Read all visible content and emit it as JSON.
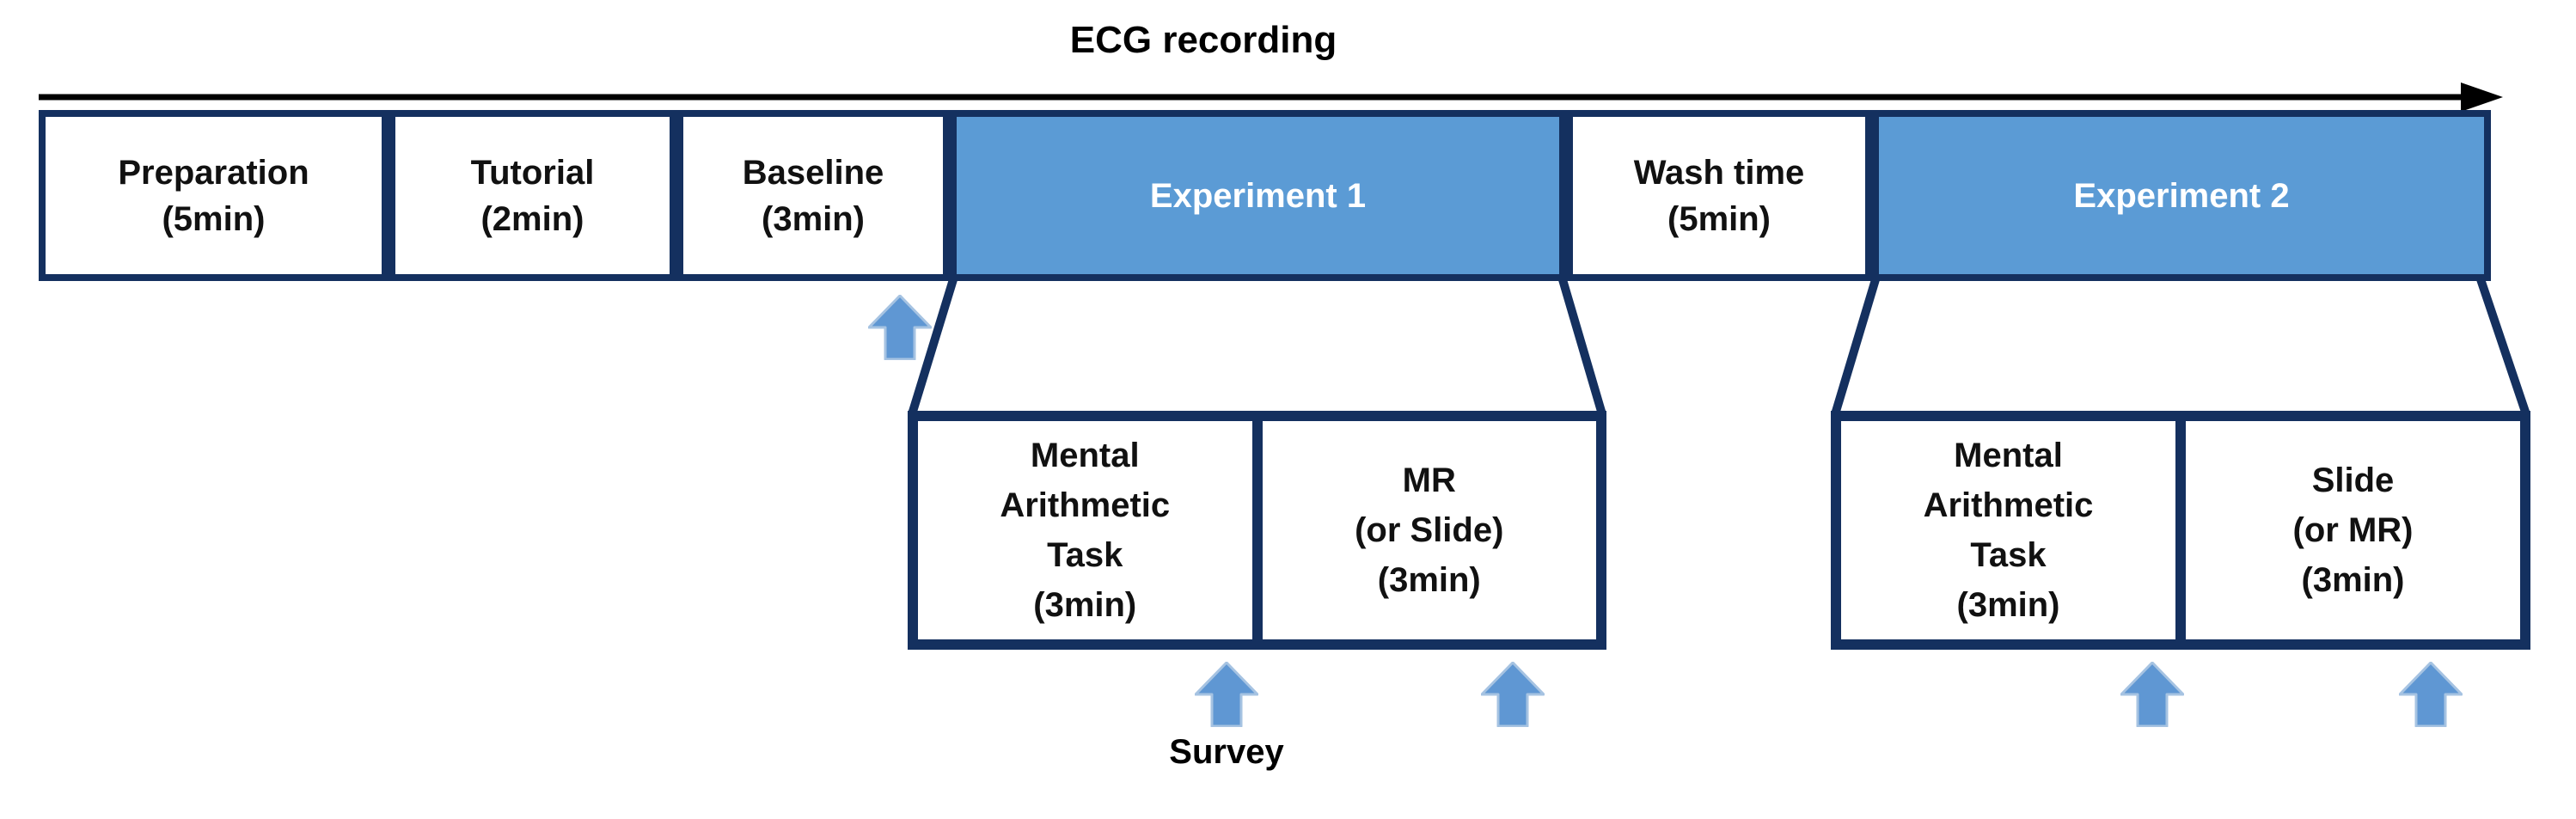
{
  "title": "ECG recording",
  "colors": {
    "navy": "#14305f",
    "box-blue": "#5b9bd5",
    "arrow-fill": "#5f97d3",
    "arrow-stroke": "#a6c3e2",
    "ink": "#000000"
  },
  "timeline": {
    "boxes": [
      {
        "label": "Preparation\n(5min)",
        "highlight": false
      },
      {
        "label": "Tutorial\n(2min)",
        "highlight": false
      },
      {
        "label": "Baseline\n(3min)",
        "highlight": false
      },
      {
        "label": "Experiment 1",
        "highlight": true
      },
      {
        "label": "Wash time\n(5min)",
        "highlight": false
      },
      {
        "label": "Experiment 2",
        "highlight": true
      }
    ]
  },
  "experiment1_detail": {
    "cells": [
      {
        "label": "Mental\nArithmetic\nTask\n(3min)"
      },
      {
        "label": "MR\n(or Slide)\n(3min)"
      }
    ]
  },
  "experiment2_detail": {
    "cells": [
      {
        "label": "Mental\nArithmetic\nTask\n(3min)"
      },
      {
        "label": "Slide\n(or MR)\n(3min)"
      }
    ]
  },
  "survey_label": "Survey"
}
